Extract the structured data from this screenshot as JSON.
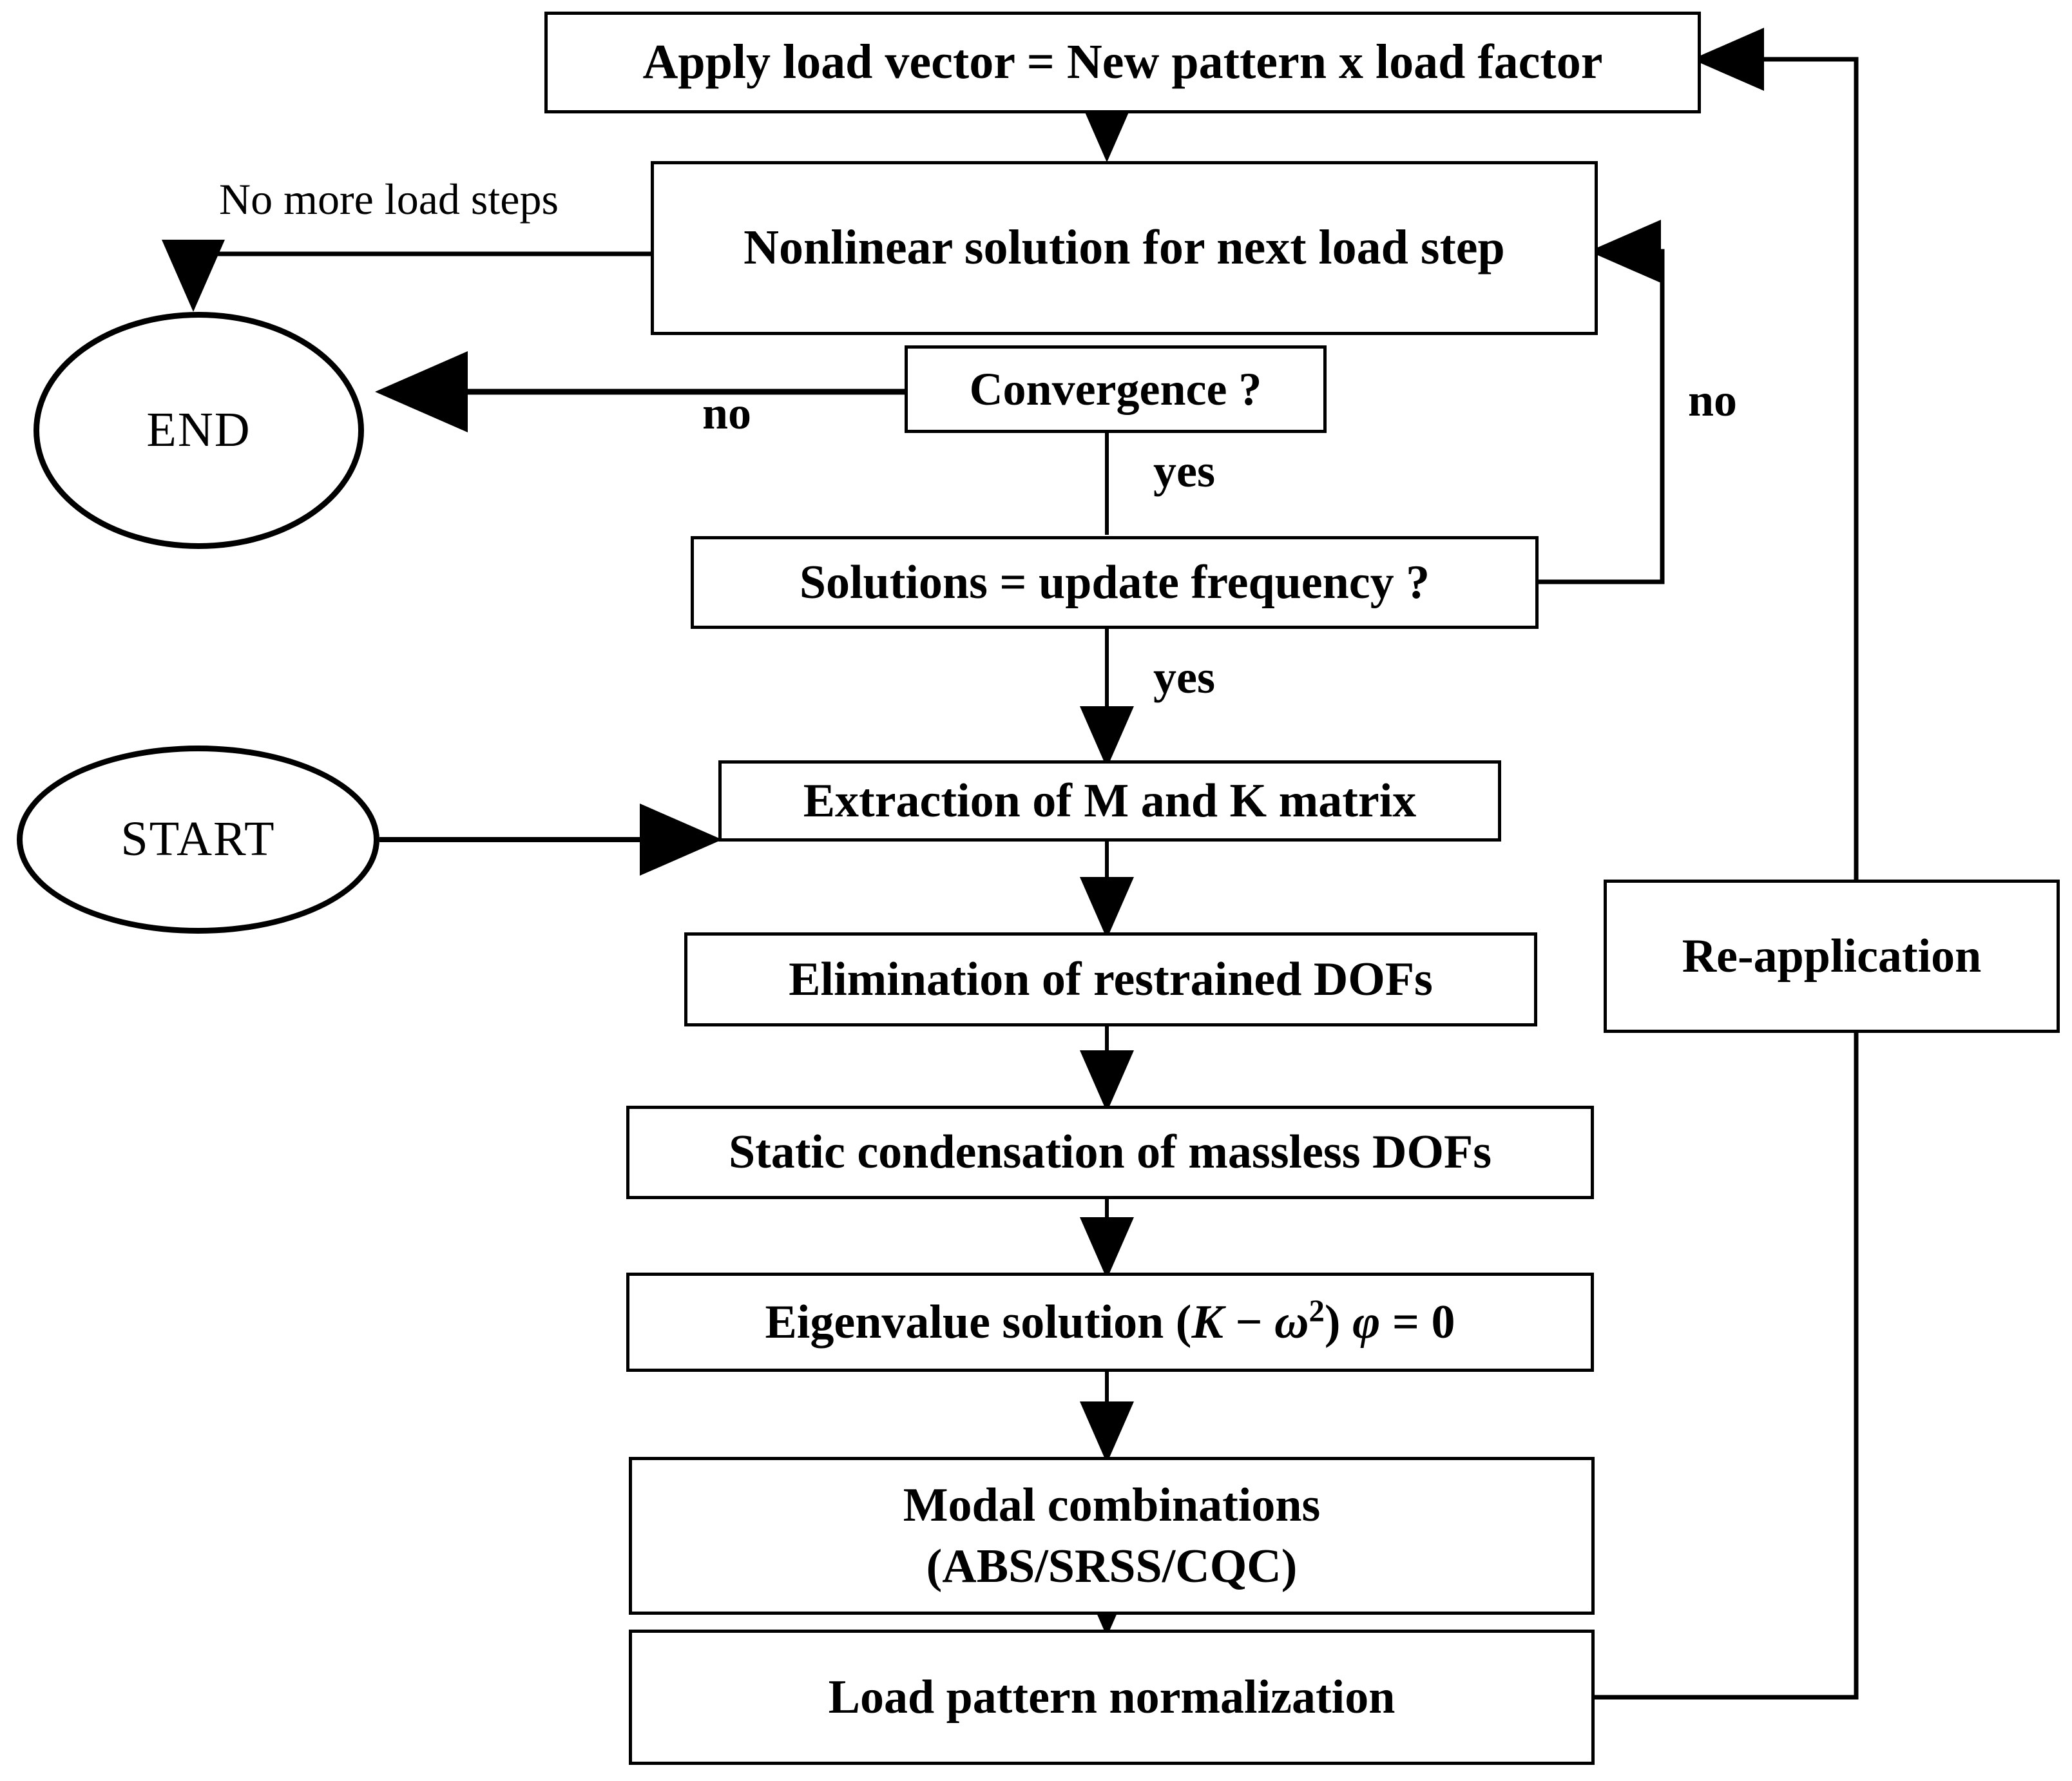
{
  "diagram": {
    "title": "Nonlinear pushover / modal update analysis flowchart",
    "line_color": "#000000",
    "fill_color": "#ffffff",
    "text_color": "#000000"
  },
  "nodes": {
    "apply_load": "Apply load vector = New pattern x load factor",
    "nonlinear_solution": "Nonlinear solution for next load step",
    "convergence": "Convergence ?",
    "end": "END",
    "solutions_update": "Solutions = update frequency ?",
    "start": "START",
    "extraction": "Extraction of M and K matrix",
    "elimination": "Elimination of restrained DOFs",
    "static_condensation": "Static condensation of massless DOFs",
    "eigenvalue_prefix": "Eigenvalue solution ",
    "eigenvalue_open": "(",
    "eigenvalue_k": "K",
    "eigenvalue_minus": " − ",
    "eigenvalue_omega": "ω",
    "eigenvalue_exp": "2",
    "eigenvalue_close": ")",
    "eigenvalue_phi": " φ",
    "eigenvalue_equals": " = 0",
    "eigenvalue_full": "Eigenvalue solution (K − ω²) φ = 0",
    "modal_line1": "Modal combinations",
    "modal_line2": "(ABS/SRSS/CQC)",
    "load_pattern": "Load pattern normalization",
    "reapplication": "Re-application"
  },
  "edge_labels": {
    "no_more_load_steps": "No more load steps",
    "no_convergence": "no",
    "no_update_frequency": "no",
    "yes_convergence": "yes",
    "yes_update_frequency": "yes"
  },
  "edges": [
    {
      "from": "apply_load",
      "to": "nonlinear_solution",
      "label": ""
    },
    {
      "from": "nonlinear_solution",
      "to": "end",
      "label": "No more load steps"
    },
    {
      "from": "convergence",
      "to": "end",
      "label": "no"
    },
    {
      "from": "convergence",
      "to": "solutions_update",
      "label": "yes"
    },
    {
      "from": "solutions_update",
      "to": "nonlinear_solution",
      "label": "no"
    },
    {
      "from": "solutions_update",
      "to": "extraction",
      "label": "yes"
    },
    {
      "from": "start",
      "to": "extraction",
      "label": ""
    },
    {
      "from": "extraction",
      "to": "elimination",
      "label": ""
    },
    {
      "from": "elimination",
      "to": "static_condensation",
      "label": ""
    },
    {
      "from": "static_condensation",
      "to": "eigenvalue",
      "label": ""
    },
    {
      "from": "eigenvalue",
      "to": "modal",
      "label": ""
    },
    {
      "from": "modal",
      "to": "load_pattern",
      "label": ""
    },
    {
      "from": "load_pattern",
      "to": "reapplication",
      "label": ""
    },
    {
      "from": "reapplication",
      "to": "apply_load",
      "label": ""
    }
  ]
}
